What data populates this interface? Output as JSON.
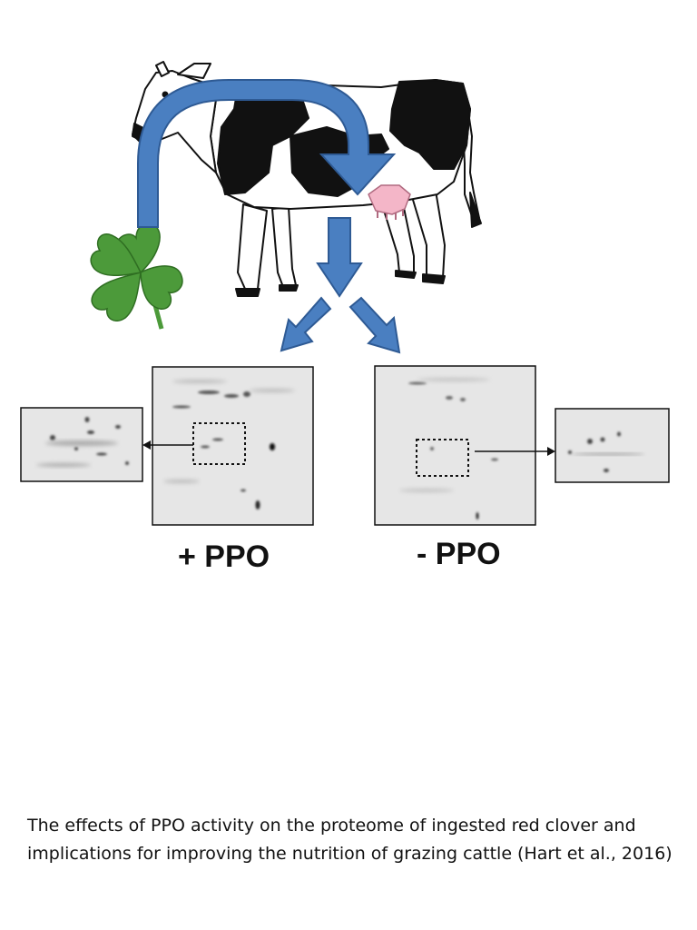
{
  "panels": {
    "plus_ppo_label": "+ PPO",
    "minus_ppo_label": "- PPO"
  },
  "caption": "The effects of PPO activity on the proteome of ingested red clover and implications for improving the nutrition of grazing cattle (Hart et al., 2016)",
  "colors": {
    "arrow_fill": "#4a7fc1",
    "arrow_stroke": "#2e5a94",
    "clover_green": "#4c9a3a",
    "cow_black": "#111111",
    "udder_pink": "#f4b6c8",
    "gel_background": "#e6e6e6"
  },
  "icons": {
    "cow": "cow-illustration",
    "clover": "four-leaf-clover-icon"
  }
}
